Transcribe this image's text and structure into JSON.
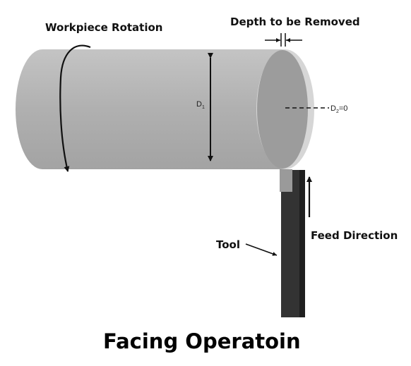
{
  "labels": {
    "workpiece_rotation": "Workpiece Rotation",
    "depth_removed": "Depth to be Removed",
    "d1_main": "D",
    "d1_sub": "1",
    "d2_main": "D",
    "d2_sub": "2",
    "d2_value": "=0",
    "tool": "Tool",
    "feed_direction": "Feed Direction"
  },
  "title": "Facing Operatoin",
  "colors": {
    "cylinder_body": "#b3b3b3",
    "end_face": "#9c9c9c",
    "tool_holder": "#333333",
    "tool_insert": "#9a9a9a",
    "arrows": "#111111"
  }
}
